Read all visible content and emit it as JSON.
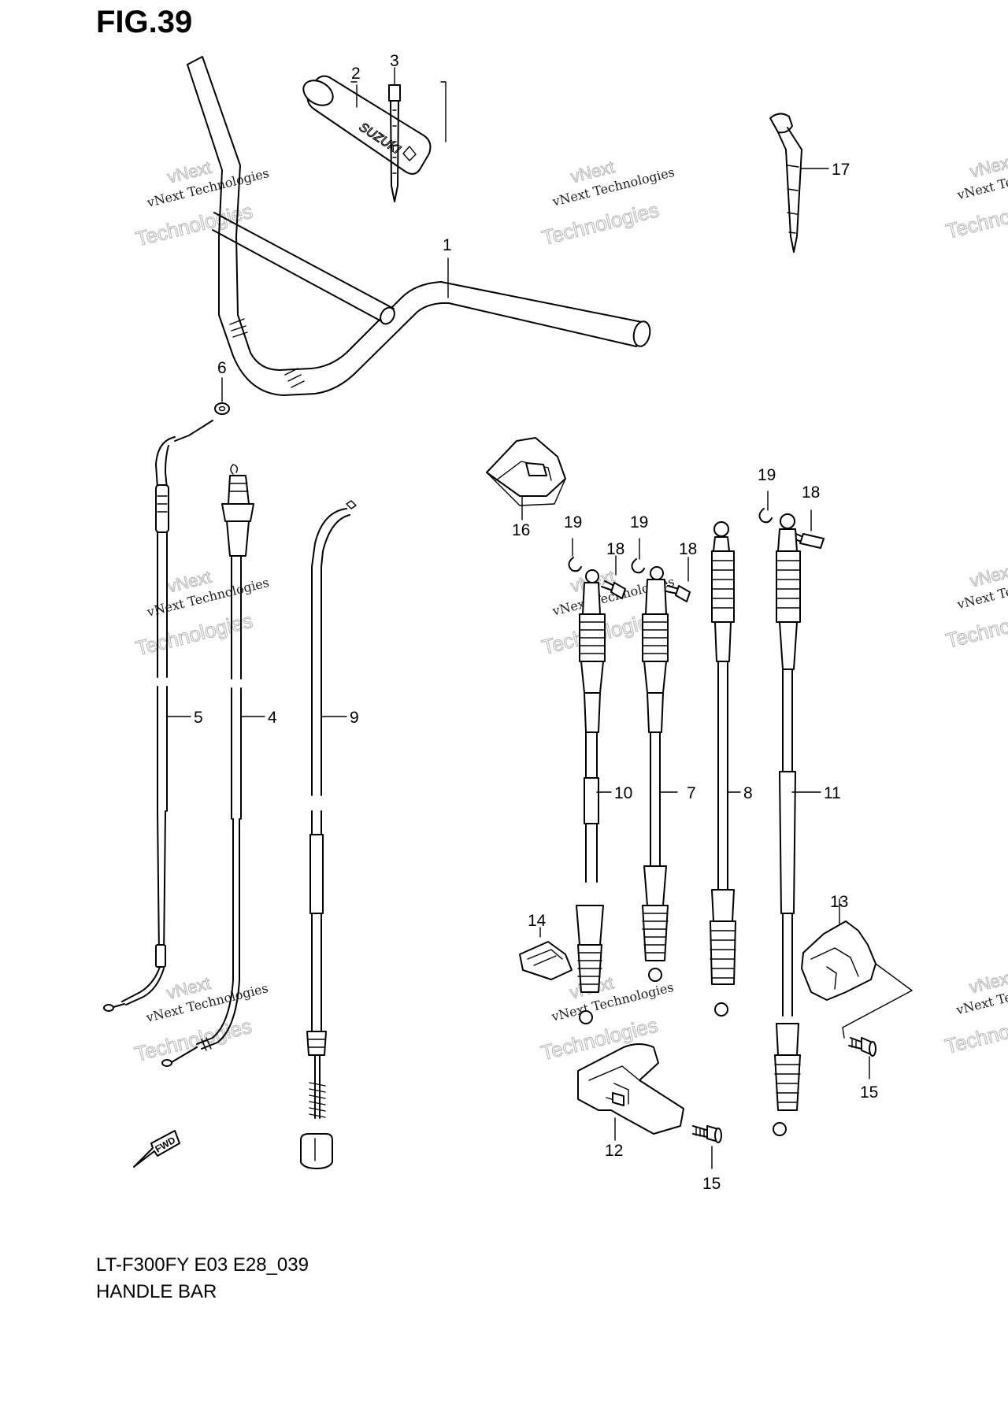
{
  "figure": {
    "title": "FIG.39",
    "model_code": "LT-F300FY E03 E28_039",
    "section_name": "HANDLE BAR",
    "fwd_label": "FWD",
    "grip_logo": "SUZUKI"
  },
  "watermark": {
    "line1": "vNext Technologies",
    "line2": "vNext",
    "line3": "Technologies"
  },
  "callouts": {
    "c1": "1",
    "c2": "2",
    "c3": "3",
    "c4": "4",
    "c5": "5",
    "c6": "6",
    "c7": "7",
    "c8": "8",
    "c9": "9",
    "c10": "10",
    "c11": "11",
    "c12": "12",
    "c13": "13",
    "c14": "14",
    "c15": "15",
    "c16": "16",
    "c17": "17",
    "c18": "18",
    "c19": "19"
  },
  "colors": {
    "line": "#000000",
    "background": "#ffffff",
    "watermark": "#bbbbbb"
  }
}
